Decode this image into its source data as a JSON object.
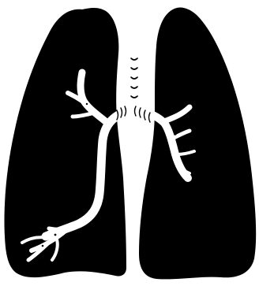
{
  "figure": {
    "subject": "lungs-with-airway",
    "colors": {
      "background": "#ffffff",
      "lung_fill": "#000000",
      "airway": "#ffffff",
      "cartilage_rings": "#000000"
    },
    "icons": [
      "left-lung-shape",
      "right-lung-shape",
      "trachea-rings",
      "bronchial-tree"
    ]
  }
}
